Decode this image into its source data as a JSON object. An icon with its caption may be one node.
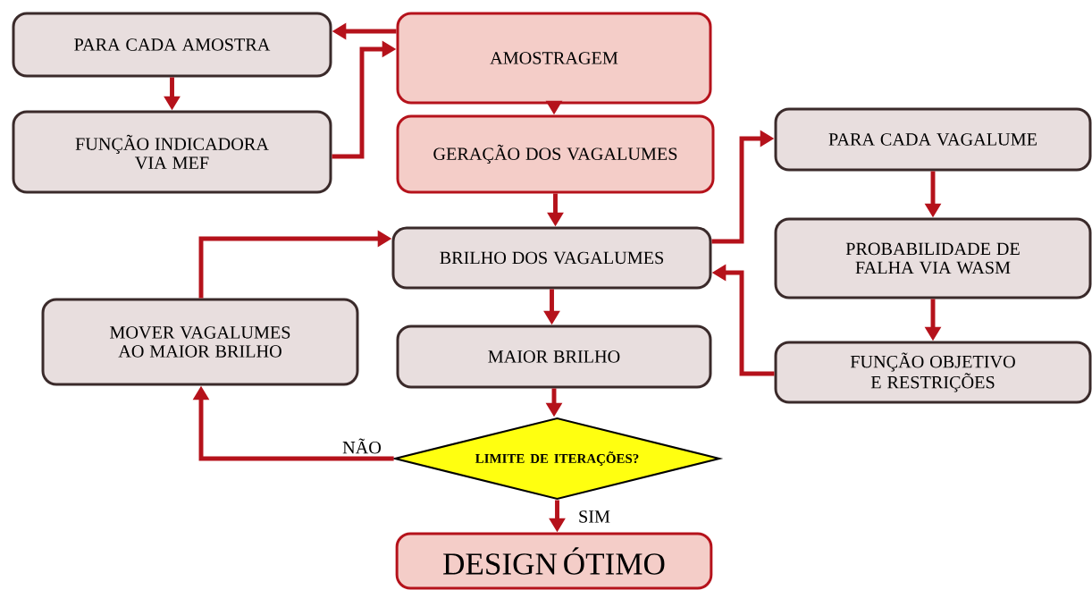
{
  "diagram": {
    "nodes": [
      {
        "text": [
          "AMOSTRAGEM"
        ]
      },
      {
        "text": [
          "PARA CADA AMOSTRA"
        ]
      },
      {
        "text": [
          "FUNÇÃO INDICADORA VIA MEF"
        ]
      },
      {
        "text": [
          "GERAÇÃO DOS VAGALUMES"
        ]
      },
      {
        "text": [
          "PARA CADA VAGALUME"
        ]
      },
      {
        "text": [
          "BRILHO DOS VAGALUMES"
        ]
      },
      {
        "text": [
          "PROBABILIDADE DE FALHA VIA WASM"
        ]
      },
      {
        "text": [
          "MOVER VAGALUMES AO MAIOR BRILHO"
        ]
      },
      {
        "text": [
          "MAIOR BRILHO"
        ]
      },
      {
        "text": [
          "FUNÇÃO OBJETIVO E RESTRIÇÕES"
        ]
      },
      {
        "text": [
          "LIMITE DE ITERAÇÕES?"
        ]
      },
      {
        "text": [
          "DESIGN ÓTIMO"
        ]
      }
    ],
    "edges": [
      {
        "from": 0,
        "to": 1,
        "arrow": "to"
      },
      {
        "from": 1,
        "to": 2,
        "arrow": "to"
      },
      {
        "from": 2,
        "to": 0,
        "arrow": "to"
      },
      {
        "from": 0,
        "to": 3,
        "arrow": "to"
      },
      {
        "from": 3,
        "to": 5,
        "arrow": "to"
      },
      {
        "from": 5,
        "to": 4,
        "arrow": "to"
      },
      {
        "from": 4,
        "to": 6,
        "arrow": "to"
      },
      {
        "from": 6,
        "to": 9,
        "arrow": "to"
      },
      {
        "from": 9,
        "to": 5,
        "arrow": "to"
      },
      {
        "from": 5,
        "to": 8,
        "arrow": "to"
      },
      {
        "from": 8,
        "to": 10,
        "arrow": "to"
      },
      {
        "from": 10,
        "to": 7,
        "label": "NÃO",
        "arrow": "to"
      },
      {
        "from": 7,
        "to": 5,
        "arrow": "to"
      },
      {
        "from": 10,
        "to": 11,
        "label": "SIM",
        "arrow": "to"
      }
    ]
  }
}
